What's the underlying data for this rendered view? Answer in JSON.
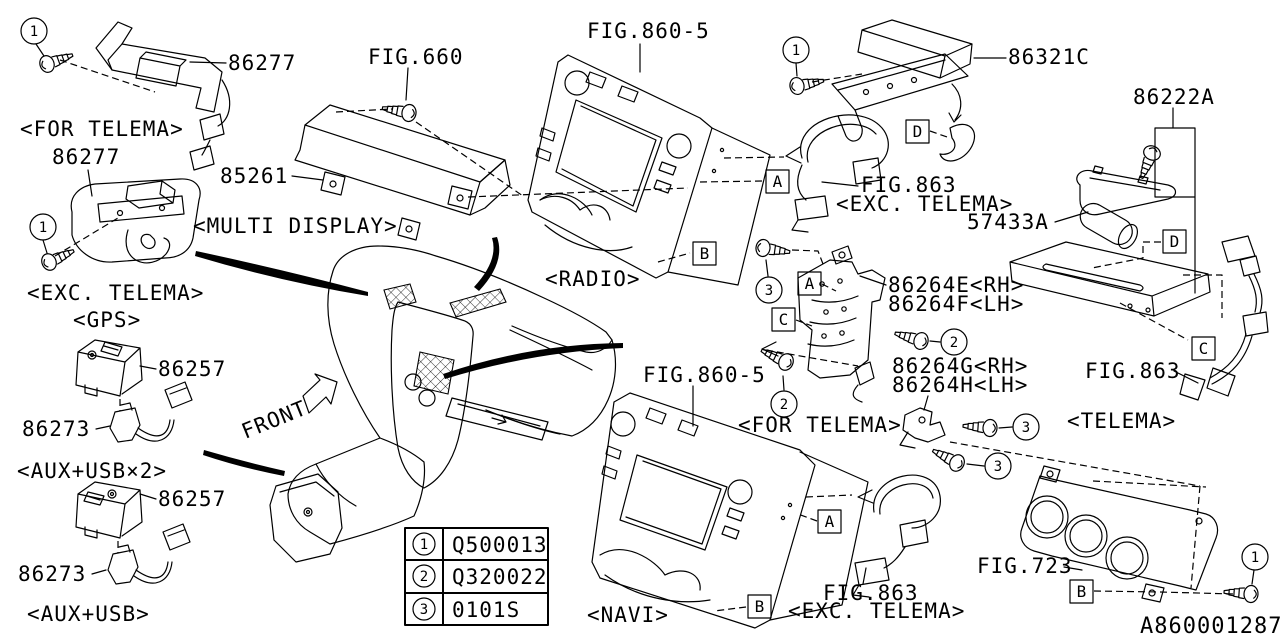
{
  "page": {
    "background": "#ffffff",
    "line_color": "#000000"
  },
  "topLeft": {
    "part_bracket": "86277",
    "caption_bracket": "<FOR TELEMA>",
    "part_gps": "86277",
    "caption_gps": "<EXC. TELEMA>",
    "caption_gps2": "<GPS>"
  },
  "display": {
    "fig": "FIG.660",
    "part": "85261",
    "caption": "<MULTI DISPLAY>"
  },
  "radio": {
    "fig": "FIG.860-5",
    "caption": "<RADIO>"
  },
  "telemaModule": {
    "part": "86321C"
  },
  "harnessTop": {
    "fig": "FIG.863",
    "caption": "<EXC. TELEMA>"
  },
  "antenna": {
    "part": "86222A",
    "rod": "57433A",
    "fig": "FIG.863",
    "caption": "<TELEMA>"
  },
  "bracketSet": {
    "rh_upper": "86264E<RH>",
    "lh_upper": "86264F<LH>",
    "rh_lower": "86264G<RH>",
    "lh_lower": "86264H<LH>",
    "caption": "<FOR TELEMA>"
  },
  "aux": {
    "switch_upper": "86257",
    "cord_upper": "86273",
    "caption_upper": "<AUX+USB×2>",
    "switch_lower": "86257",
    "cord_lower": "86273",
    "caption_lower": "<AUX+USB>"
  },
  "navi": {
    "fig": "FIG.860-5",
    "caption": "<NAVI>"
  },
  "harnessBottom": {
    "fig": "FIG.863",
    "caption": "<EXC. TELEMA>"
  },
  "climate": {
    "fig": "FIG.723"
  },
  "front_label": "FRONT",
  "callouts": {
    "a": "A",
    "b": "B",
    "c": "C",
    "d": "D",
    "n1": "1",
    "n2": "2",
    "n3": "3"
  },
  "legend": {
    "rows": [
      {
        "num": "1",
        "code": "Q500013"
      },
      {
        "num": "2",
        "code": "Q320022"
      },
      {
        "num": "3",
        "code": "0101S"
      }
    ]
  },
  "footer": {
    "diagram_id": "A860001287"
  }
}
